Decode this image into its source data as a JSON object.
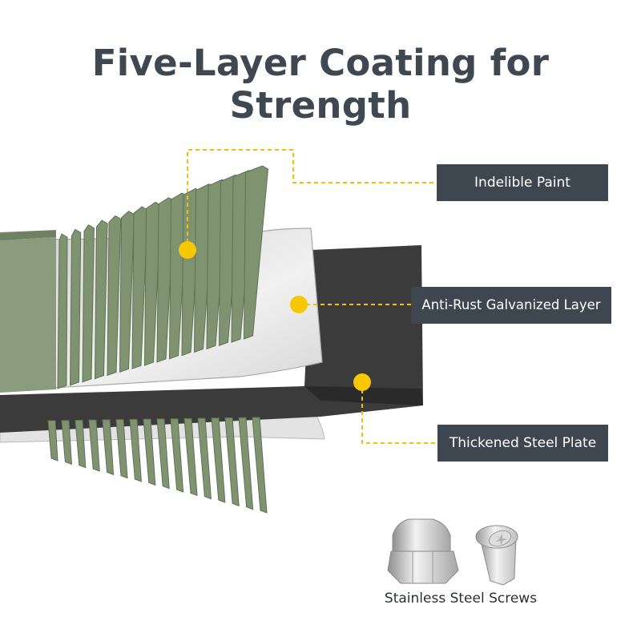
{
  "title": "Five-Layer Coating for Strength",
  "labels": {
    "paint": "Indelible Paint",
    "rust": "Anti-Rust Galvanized Layer",
    "steel": "Thickened Steel Plate"
  },
  "screws_caption": "Stainless Steel Screws",
  "colors": {
    "title": "#3f4850",
    "label_bg": "#3e474f",
    "label_text": "#ffffff",
    "leader": "#f2c200",
    "paint_green": "#7f9371",
    "steel_dark": "#3b3b3b",
    "galvanized": "#dcdcdc"
  },
  "icons": [
    "leader-dot",
    "acorn-nut-icon",
    "countersunk-screw-icon"
  ]
}
